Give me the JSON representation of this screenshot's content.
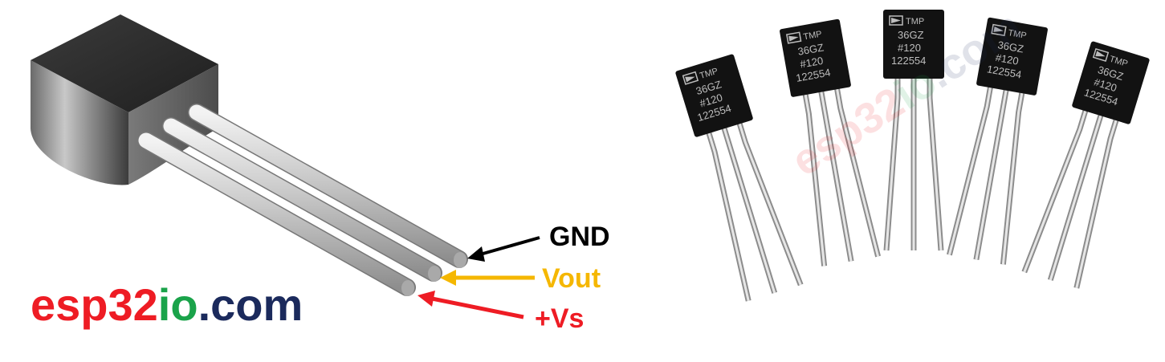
{
  "pins": {
    "gnd": "GND",
    "vout": "Vout",
    "vs": "+Vs"
  },
  "brand": {
    "part1": "esp32",
    "part2": "io",
    "part3": ".com"
  },
  "watermark": {
    "part1": "esp32",
    "part2": "io",
    "part3": ".com"
  },
  "sensor_marking": {
    "logo_text": "TMP",
    "line1": "36GZ",
    "line2": "#120",
    "line3": "122554"
  },
  "colors": {
    "gnd": "#000000",
    "vout": "#f5b700",
    "vs": "#ee1c24",
    "brand_red": "#ee1c24",
    "brand_green": "#1aa34a",
    "brand_navy": "#1b2a5c"
  }
}
